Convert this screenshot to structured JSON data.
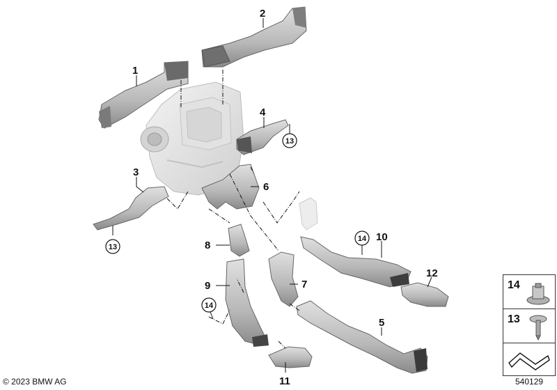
{
  "callouts": {
    "c1": "1",
    "c2": "2",
    "c3": "3",
    "c4": "4",
    "c5": "5",
    "c6": "6",
    "c7": "7",
    "c8": "8",
    "c9": "9",
    "c10": "10",
    "c11": "11",
    "c12": "12",
    "c13a": "13",
    "c13b": "13",
    "c14a": "14",
    "c14b": "14"
  },
  "legend": {
    "item14": "14",
    "item13": "13"
  },
  "footer": {
    "copyright": "© 2023 BMW AG",
    "diagram_number": "540129"
  },
  "colors": {
    "part_fill": "#c9c9c9",
    "part_dark": "#8f8f8f",
    "housing_fill": "#e9e9e9",
    "line": "#111111"
  }
}
